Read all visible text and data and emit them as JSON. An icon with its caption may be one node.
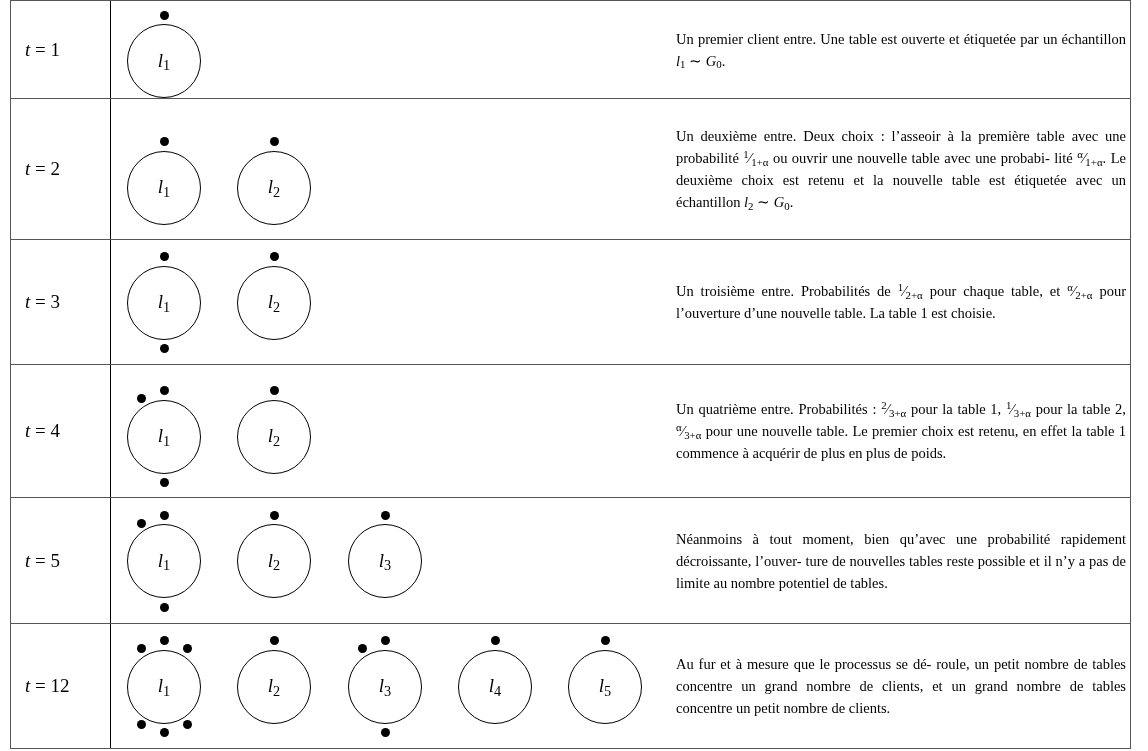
{
  "diagram": {
    "nodes": [
      {
        "text": [
          "*t* = 1",
          "Un premier client entre. Une table est ouverte et étiquetée par un échantillon *l*$_{1}$ ∼ *G*$_{0}$."
        ]
      },
      {
        "text": [
          "*l*$_{1}$"
        ],
        "in": 0
      },
      {
        "text": [
          "*t* = 2",
          "Un deuxième entre. Deux choix : l’asseoir à la première table avec une probabilité $^{1}$⁄$_{1+α}$ ou ouvrir une nouvelle table avec une probabi- lité $^{α}$⁄$_{1+α}$. Le deuxième choix est retenu et la nouvelle table est étiquetée avec un échantillon *l*$_{2}$ ∼ *G*$_{0}$."
        ]
      },
      {
        "text": [
          "*l*$_{1}$"
        ],
        "in": 2
      },
      {
        "text": [
          "*l*$_{2}$"
        ],
        "in": 2
      },
      {
        "text": [
          "*t* = 3",
          "Un troisième entre. Probabilités de $^{1}$⁄$_{2+α}$ pour chaque table, et $^{α}$⁄$_{2+α}$ pour l’ouverture d’une nouvelle table. La table 1 est choisie."
        ]
      },
      {
        "text": [
          "*l*$_{1}$"
        ],
        "in": 5
      },
      {
        "text": [
          "*l*$_{2}$"
        ],
        "in": 5
      },
      {
        "text": [
          "*t* = 4",
          "Un quatrième entre. Probabilités : $^{2}$⁄$_{3+α}$ pour la table 1, $^{1}$⁄$_{3+α}$ pour la table 2, $^{α}$⁄$_{3+α}$ pour une nouvelle table. Le premier choix est retenu, en effet la table 1 commence à acquérir de plus en plus de poids."
        ]
      },
      {
        "text": [
          "*l*$_{1}$"
        ],
        "in": 8
      },
      {
        "text": [
          "*l*$_{2}$"
        ],
        "in": 8
      },
      {
        "text": [
          "*t* = 5",
          "Néanmoins à tout moment, bien qu’avec une probabilité rapidement décroissante, l’ouver- ture de nouvelles tables reste possible et il n’y a pas de limite au nombre potentiel de tables."
        ]
      },
      {
        "text": [
          "*l*$_{1}$"
        ],
        "in": 11
      },
      {
        "text": [
          "*l*$_{2}$"
        ],
        "in": 11
      },
      {
        "text": [
          "*l*$_{3}$"
        ],
        "in": 11
      },
      {
        "text": [
          "*t* = 12",
          "Au fur et à mesure que le processus se dé- roule, un petit nombre de tables concentre un grand nombre de clients, et un grand nombre de tables concentre un petit nombre de clients."
        ]
      },
      {
        "text": [
          "*l*$_{1}$"
        ],
        "in": 15
      },
      {
        "text": [
          "*l*$_{2}$"
        ],
        "in": 15
      },
      {
        "text": [
          "*l*$_{3}$"
        ],
        "in": 15
      },
      {
        "text": [
          "*l*$_{4}$"
        ],
        "in": 15
      },
      {
        "text": [
          "*l*$_{5}$"
        ],
        "in": 15
      }
    ]
  }
}
